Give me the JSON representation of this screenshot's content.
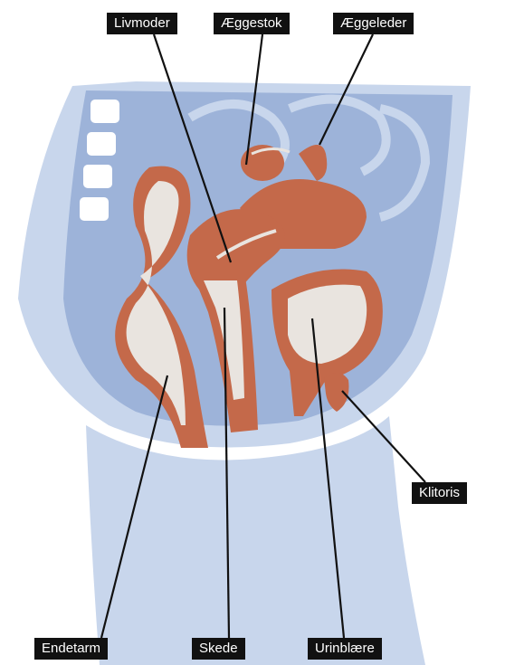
{
  "labels": {
    "livmoder": "Livmoder",
    "aeggestok": "Æggestok",
    "aeggeleder": "Æggeleder",
    "klitoris": "Klitoris",
    "endetarm": "Endetarm",
    "skede": "Skede",
    "urinblaere": "Urinblære"
  },
  "colors": {
    "organ": "#c4694a",
    "organ_light": "#e9e4df",
    "body_blue": "#9db3d9",
    "body_light": "#c8d6ec",
    "line": "#111111"
  }
}
